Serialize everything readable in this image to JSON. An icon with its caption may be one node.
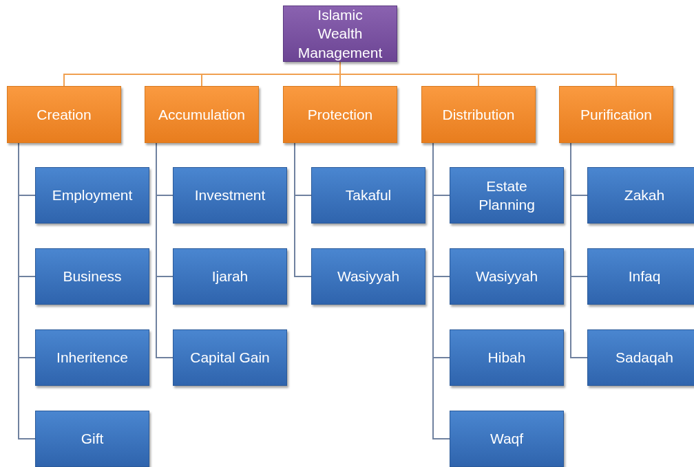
{
  "diagram": {
    "nodes": [
      {
        "text": [
          "Islamic Wealth Management"
        ]
      },
      {
        "text": [
          "Creation"
        ]
      },
      {
        "text": [
          "Accumulation"
        ]
      },
      {
        "text": [
          "Protection"
        ]
      },
      {
        "text": [
          "Distribution"
        ]
      },
      {
        "text": [
          "Purification"
        ]
      },
      {
        "text": [
          "Employment"
        ]
      },
      {
        "text": [
          "Business"
        ]
      },
      {
        "text": [
          "Inheritence"
        ]
      },
      {
        "text": [
          "Gift"
        ]
      },
      {
        "text": [
          "Investment"
        ]
      },
      {
        "text": [
          "Ijarah"
        ]
      },
      {
        "text": [
          "Capital Gain"
        ]
      },
      {
        "text": [
          "Takaful"
        ]
      },
      {
        "text": [
          "Wasiyyah"
        ]
      },
      {
        "text": [
          "Estate Planning"
        ]
      },
      {
        "text": [
          "Wasiyyah"
        ]
      },
      {
        "text": [
          "Hibah"
        ]
      },
      {
        "text": [
          "Waqf"
        ]
      },
      {
        "text": [
          "Zakah"
        ]
      },
      {
        "text": [
          "Infaq"
        ]
      },
      {
        "text": [
          "Sadaqah"
        ]
      }
    ],
    "edges": [
      {
        "from": 0,
        "to": 1,
        "arrow": "none",
        "color": "#f0a050"
      },
      {
        "from": 0,
        "to": 2,
        "arrow": "none",
        "color": "#f0a050"
      },
      {
        "from": 0,
        "to": 3,
        "arrow": "none",
        "color": "#f0a050"
      },
      {
        "from": 0,
        "to": 4,
        "arrow": "none",
        "color": "#f0a050"
      },
      {
        "from": 0,
        "to": 5,
        "arrow": "none",
        "color": "#f0a050"
      },
      {
        "from": 1,
        "to": 6,
        "arrow": "none"
      },
      {
        "from": 1,
        "to": 7,
        "arrow": "none"
      },
      {
        "from": 1,
        "to": 8,
        "arrow": "none"
      },
      {
        "from": 1,
        "to": 9,
        "arrow": "none"
      },
      {
        "from": 2,
        "to": 10,
        "arrow": "none"
      },
      {
        "from": 2,
        "to": 11,
        "arrow": "none"
      },
      {
        "from": 2,
        "to": 12,
        "arrow": "none"
      },
      {
        "from": 3,
        "to": 13,
        "arrow": "none"
      },
      {
        "from": 3,
        "to": 14,
        "arrow": "none"
      },
      {
        "from": 4,
        "to": 15,
        "arrow": "none"
      },
      {
        "from": 4,
        "to": 16,
        "arrow": "none"
      },
      {
        "from": 4,
        "to": 17,
        "arrow": "none"
      },
      {
        "from": 4,
        "to": 18,
        "arrow": "none"
      },
      {
        "from": 5,
        "to": 19,
        "arrow": "none"
      },
      {
        "from": 5,
        "to": 20,
        "arrow": "none"
      },
      {
        "from": 5,
        "to": 21,
        "arrow": "none"
      }
    ]
  }
}
